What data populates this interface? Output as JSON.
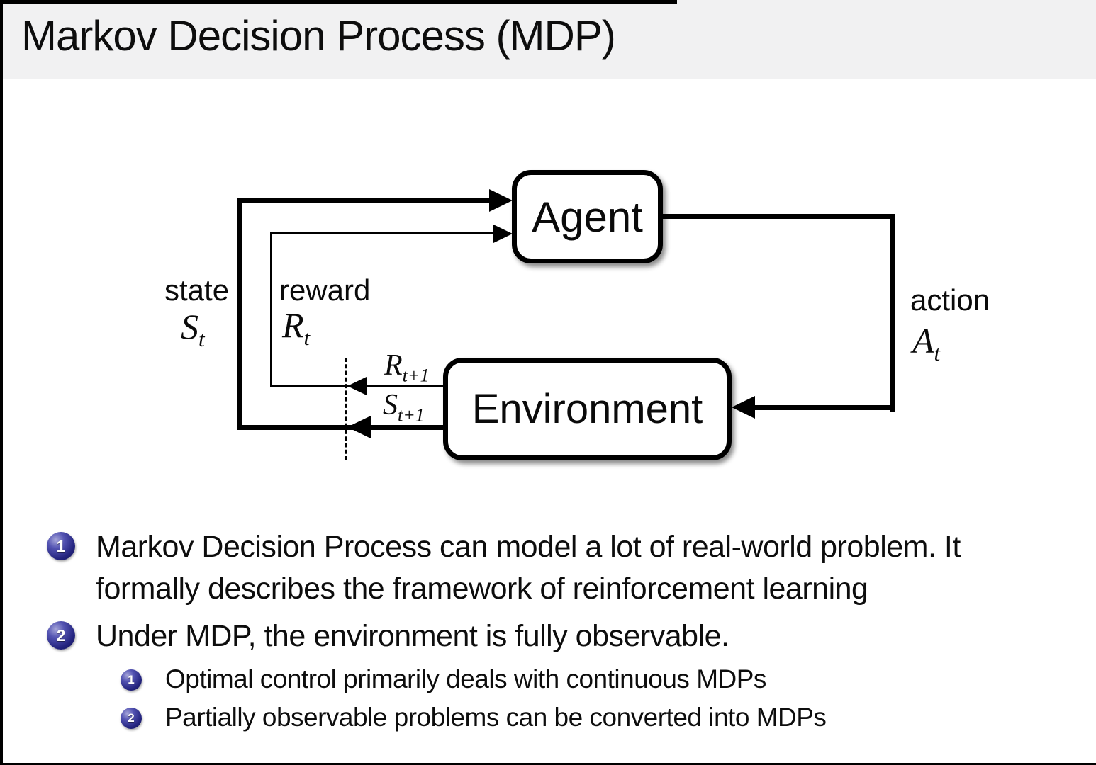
{
  "title": "Markov Decision Process (MDP)",
  "diagram": {
    "agent_label": "Agent",
    "environment_label": "Environment",
    "state_label": "state",
    "state_symbol": {
      "letter": "S",
      "sub": "t"
    },
    "reward_label": "reward",
    "reward_symbol": {
      "letter": "R",
      "sub": "t"
    },
    "action_label": "action",
    "action_symbol": {
      "letter": "A",
      "sub": "t"
    },
    "next_reward_symbol": {
      "letter": "R",
      "sub": "t+1"
    },
    "next_state_symbol": {
      "letter": "S",
      "sub": "t+1"
    }
  },
  "bullets": [
    {
      "number": "1",
      "lines": [
        "Markov Decision Process can model a lot of real-world problem. It",
        "formally describes the framework of reinforcement learning"
      ]
    },
    {
      "number": "2",
      "lines": [
        "Under MDP, the environment is fully observable."
      ]
    }
  ],
  "sub_bullets": [
    {
      "number": "1",
      "text": "Optimal control primarily deals with continuous MDPs"
    },
    {
      "number": "2",
      "text": "Partially observable problems can be converted into MDPs"
    }
  ],
  "colors": {
    "titlebar_bg": "#f1f1f2",
    "bullet_ball_navy": "#23237e",
    "line_black": "#000000",
    "background": "#ffffff"
  }
}
